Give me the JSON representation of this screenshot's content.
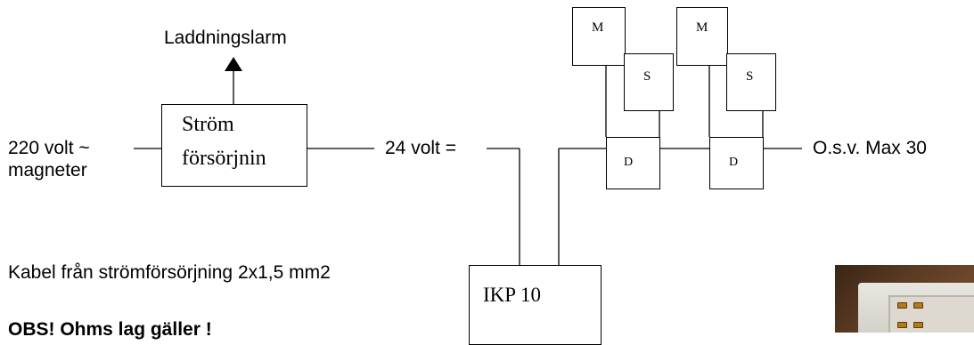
{
  "labels": {
    "laddningslarm": "Laddningslarm",
    "volt220": "220 volt  ~",
    "magneter": "magneter",
    "strom_line1": "Ström",
    "strom_line2": "försörjnin",
    "volt24": "24 volt =",
    "osv": "O.s.v. Max 30",
    "kabel": "Kabel från strömförsörjning 2x1,5 mm2",
    "obs": "OBS! Ohms lag gäller !",
    "ikp": "IKP 10"
  },
  "modules": {
    "m": "M",
    "s": "S",
    "d": "D"
  }
}
